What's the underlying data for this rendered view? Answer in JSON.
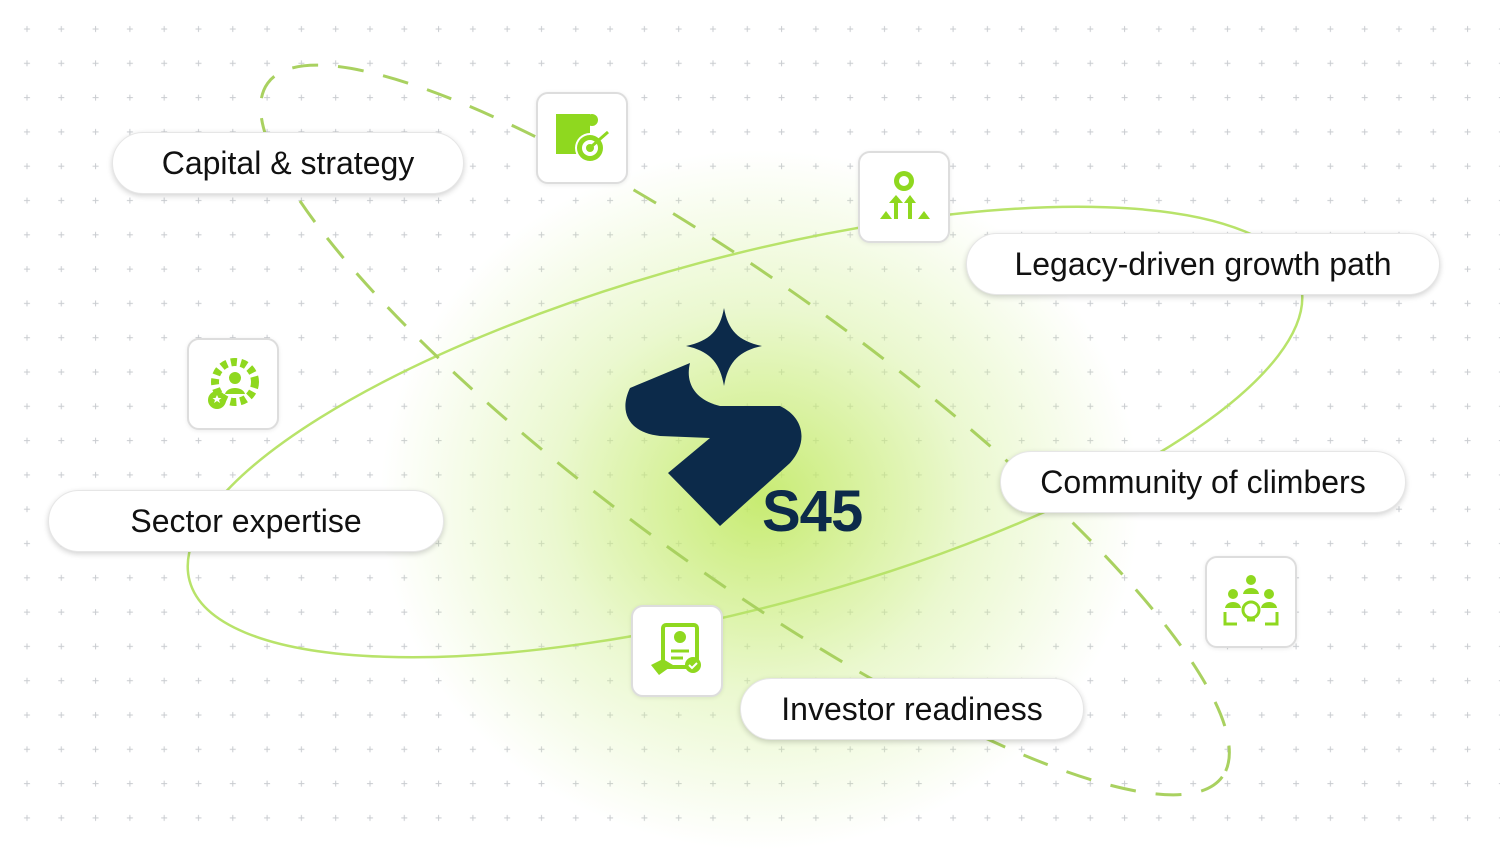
{
  "brand": {
    "name": "S45",
    "navy": "#0c2a4a",
    "accent": "#8fd81f"
  },
  "nodes": [
    {
      "label": "Capital & strategy",
      "icon": "strategy-target-icon"
    },
    {
      "label": "Legacy-driven growth path",
      "icon": "award-growth-icon"
    },
    {
      "label": "Sector expertise",
      "icon": "expert-gear-icon"
    },
    {
      "label": "Community of climbers",
      "icon": "community-idea-icon"
    },
    {
      "label": "Investor readiness",
      "icon": "investor-document-icon"
    }
  ]
}
